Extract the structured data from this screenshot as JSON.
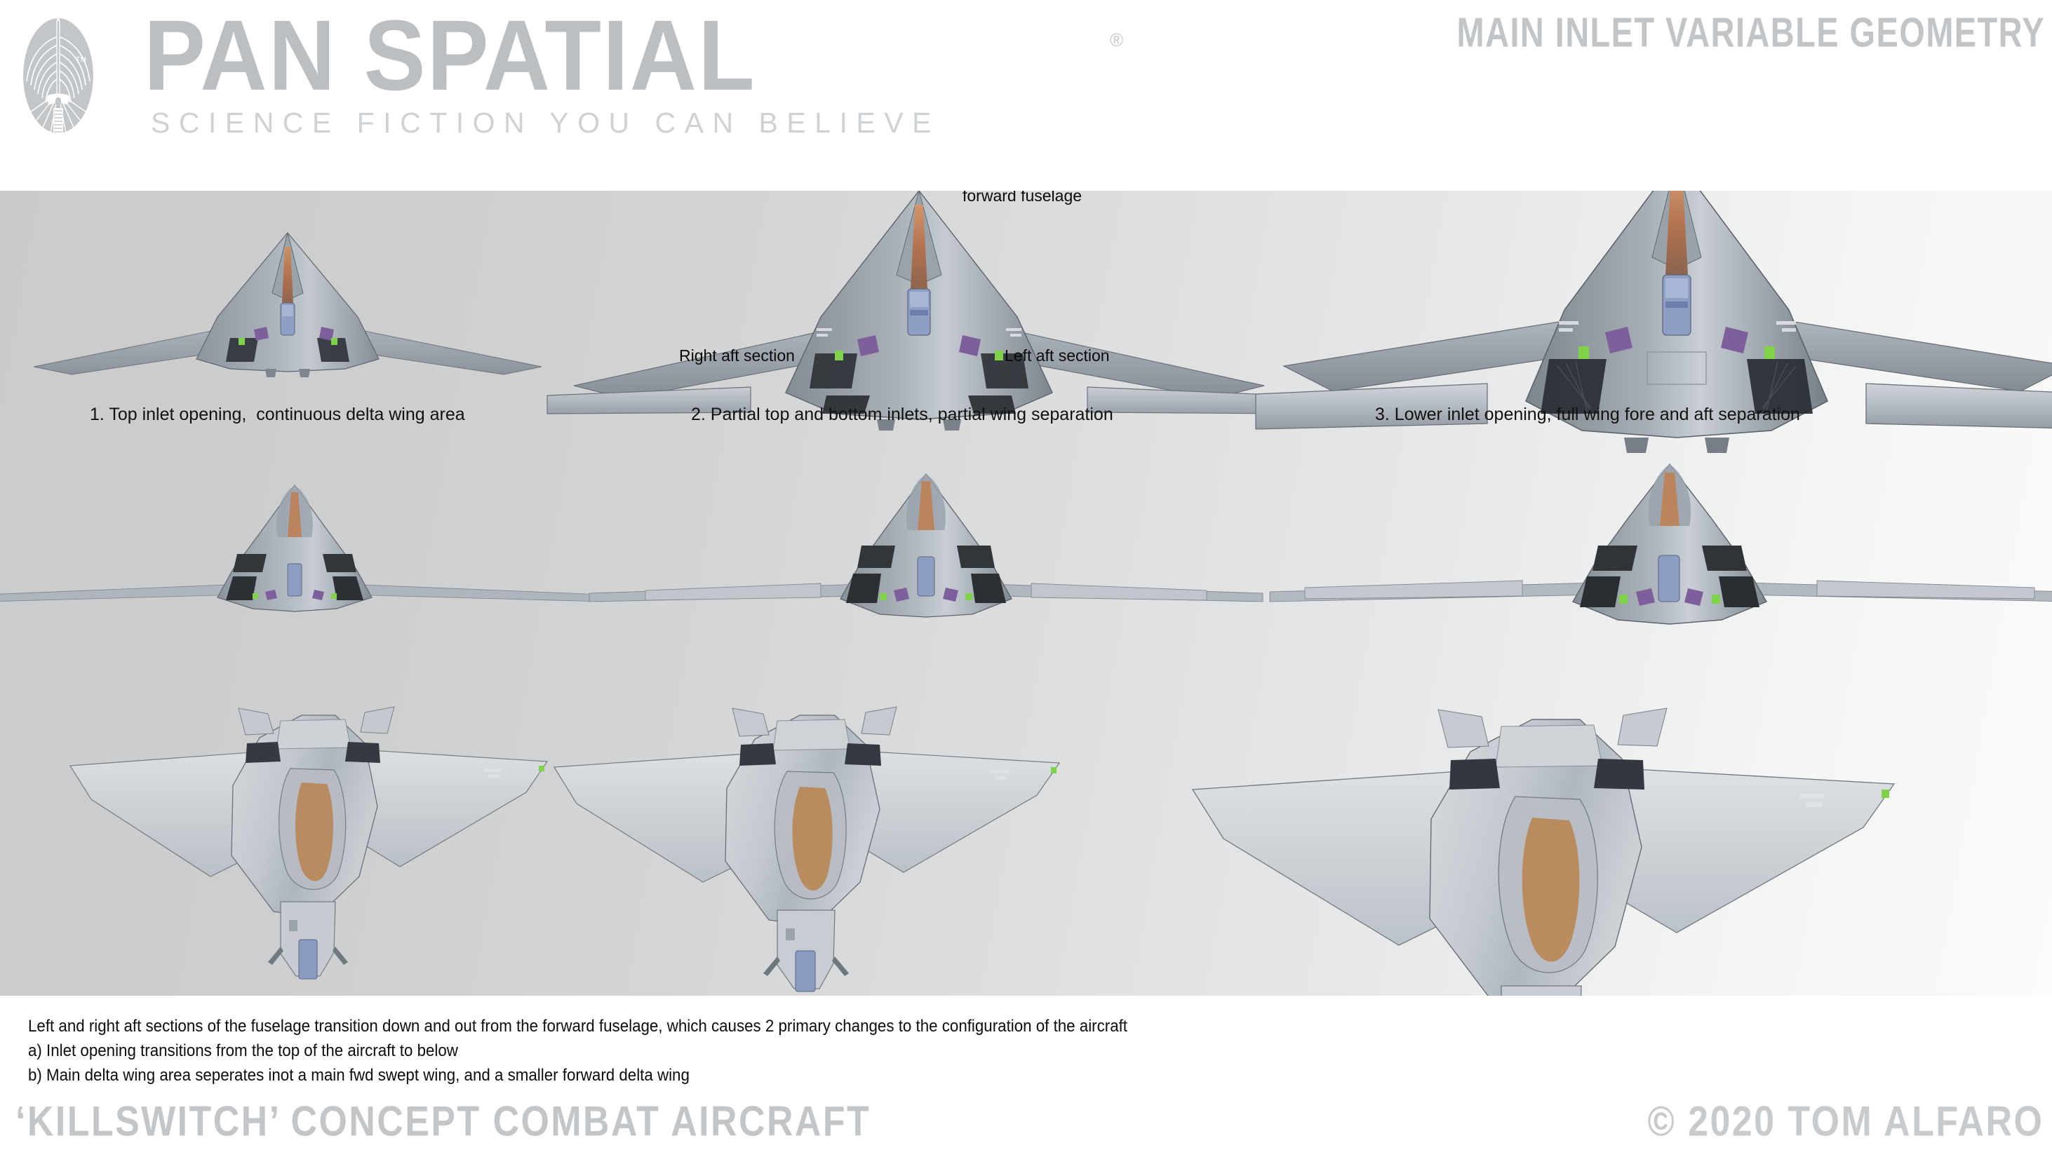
{
  "header": {
    "emblem_icon": "winged-sword-emblem",
    "wordmark": "PAN SPATIAL",
    "registered_mark": "®",
    "tagline": "SCIENCE FICTION YOU CAN BELIEVE",
    "sheet_title": "MAIN INLET VARIABLE GEOMETRY"
  },
  "colors": {
    "brand_gray": "#bcbfc2",
    "tagline_gray": "#cfd2d5",
    "panel_left": "#c9cbcd",
    "panel_right": "#fbfbfb",
    "body_text": "#0d0d0d",
    "hull_light": "#c2c7cd",
    "hull_mid": "#9aa2ab",
    "hull_dark": "#6d757e",
    "inlet_shadow": "#2f3439",
    "canopy_blue": "#8f9fc4",
    "exhaust_copper": "#b9794c",
    "marker_green": "#7fd24a",
    "marker_violet": "#7c5f9b"
  },
  "callouts": [
    {
      "id": "forward-fuselage",
      "label": "forward fuselage"
    },
    {
      "id": "right-aft-section",
      "label": "Right aft section"
    },
    {
      "id": "left-aft-section",
      "label": "Left aft section"
    }
  ],
  "configurations": [
    {
      "number": "1",
      "caption": "1. Top inlet opening,  continuous delta wing area",
      "inlet": "top",
      "wing": "continuous delta"
    },
    {
      "number": "2",
      "caption": "2. Partial top and bottom inlets, partial wing separation",
      "inlet": "partial top and bottom",
      "wing": "partial separation"
    },
    {
      "number": "3",
      "caption": "3. Lower inlet opening, full wing fore and aft separation",
      "inlet": "lower",
      "wing": "full fore and aft separation"
    }
  ],
  "rows": [
    {
      "id": "row-top-three-quarter",
      "view": "rear three-quarter, increasing scale"
    },
    {
      "id": "row-front-elevation",
      "view": "front elevation"
    },
    {
      "id": "row-lower-three-quarter",
      "view": "forward three-quarter"
    }
  ],
  "notes": {
    "lead": "Left and right aft sections of the fuselage transition down and out from the forward fuselage, which causes 2 primary changes to the configuration of the aircraft",
    "item_a": "a) Inlet opening transitions from the top of the aircraft to below",
    "item_b": "b) Main delta wing area seperates inot a main fwd swept wing, and a smaller forward delta wing"
  },
  "footer": {
    "title": "‘KILLSWITCH’ CONCEPT COMBAT AIRCRAFT",
    "credit": "© 2020  TOM ALFARO"
  }
}
